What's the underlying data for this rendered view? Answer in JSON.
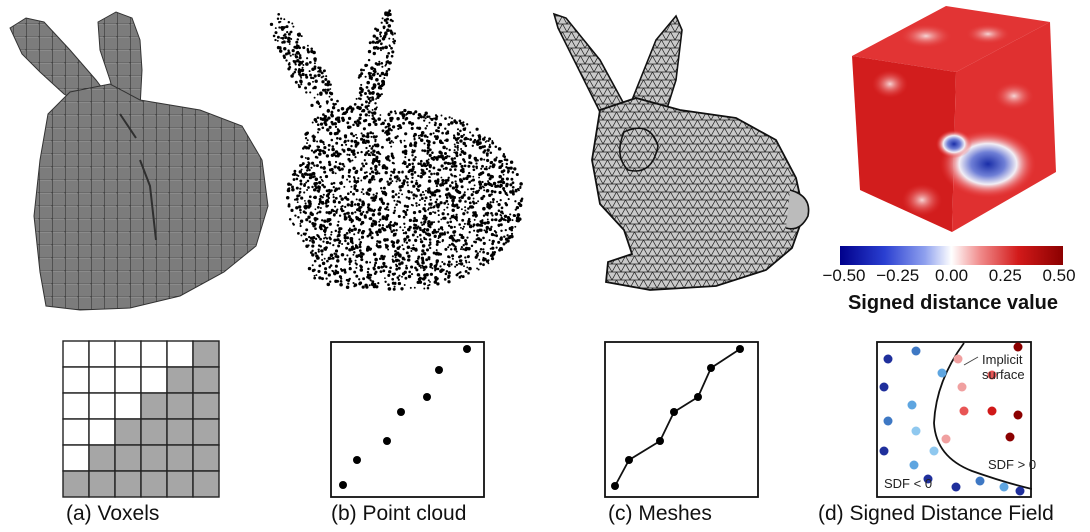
{
  "panels": [
    {
      "id": "voxels",
      "caption": "(a) Voxels"
    },
    {
      "id": "point-cloud",
      "caption": "(b) Point cloud"
    },
    {
      "id": "meshes",
      "caption": "(c) Meshes"
    },
    {
      "id": "sdf",
      "caption": "(d) Signed Distance Field"
    }
  ],
  "colorbar": {
    "ticks": [
      "−0.50",
      "−0.25",
      "0.00",
      "0.25",
      "0.50"
    ],
    "label": "Signed distance value",
    "colors": [
      "#00008b",
      "#ffffff",
      "#8b0000"
    ]
  },
  "voxel_grid": {
    "rows": 6,
    "cols": 6,
    "filled": [
      [
        0,
        0,
        0,
        0,
        0,
        1
      ],
      [
        0,
        0,
        0,
        0,
        1,
        1
      ],
      [
        0,
        0,
        0,
        1,
        1,
        1
      ],
      [
        0,
        0,
        1,
        1,
        1,
        1
      ],
      [
        0,
        1,
        1,
        1,
        1,
        1
      ],
      [
        1,
        1,
        1,
        1,
        1,
        1
      ]
    ],
    "fill_color": "#a6a6a6"
  },
  "sdf_diagram": {
    "implicit_label": "Implicit\nsurface",
    "positive_label": "SDF > 0",
    "negative_label": "SDF < 0"
  }
}
